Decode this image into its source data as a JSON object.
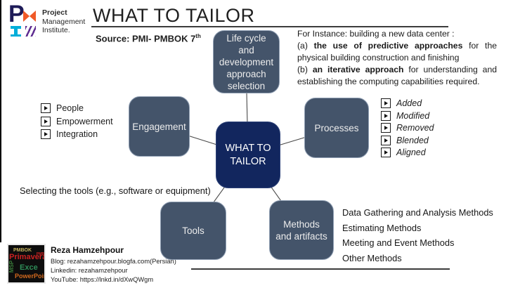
{
  "header": {
    "logo_lines": [
      "Project",
      "Management",
      "Institute."
    ],
    "title": "WHAT TO TAILOR",
    "source_prefix": "Source: PMI- PMBOK 7",
    "source_sup": "th"
  },
  "instance_note": {
    "intro": "For Instance: building a new data center :",
    "a_prefix": "(a) ",
    "a_bold": "the use of predictive approaches",
    "a_rest": " for the physical building construction and finishing",
    "b_prefix": "(b) ",
    "b_bold": "an iterative approach",
    "b_rest": " for understanding and establishing the computing capabilities required."
  },
  "diagram": {
    "center_label": "WHAT TO TAILOR",
    "nodes": {
      "lifecycle": "Life cycle and development approach selection",
      "engagement": "Engagement",
      "processes": "Processes",
      "tools": "Tools",
      "methods": "Methods and artifacts"
    }
  },
  "engagement_bullets": [
    "People",
    "Empowerment",
    "Integration"
  ],
  "process_bullets": [
    "Added",
    "Modified",
    "Removed",
    "Blended",
    "Aligned"
  ],
  "tools_note": "Selecting the tools (e.g., software or equipment)",
  "methods_items": [
    "Data Gathering and Analysis Methods",
    "Estimating Methods",
    "Meeting and Event Methods",
    "Other Methods"
  ],
  "footer": {
    "author": "Reza Hamzehpour",
    "blog": "Blog: rezahamzehpour.blogfa.com(Persian)",
    "linkedin": "Linkedin: rezahamzehpour",
    "youtube": "YouTube: https://lnkd.in/dXwQWgm",
    "book_words": {
      "w1": "PMBOK",
      "w2": "Primavera",
      "w3": "MSP",
      "w4": "Exce",
      "w5": "PowerPoin",
      "w6": "PMB"
    }
  },
  "colors": {
    "node_fill": "#44546A",
    "node_border": "#91A0B4",
    "center_fill": "#12265E",
    "logo_navy": "#1E1B58",
    "logo_orange": "#F05A28",
    "logo_cyan": "#00AEDA",
    "logo_purple": "#5F2D91"
  }
}
